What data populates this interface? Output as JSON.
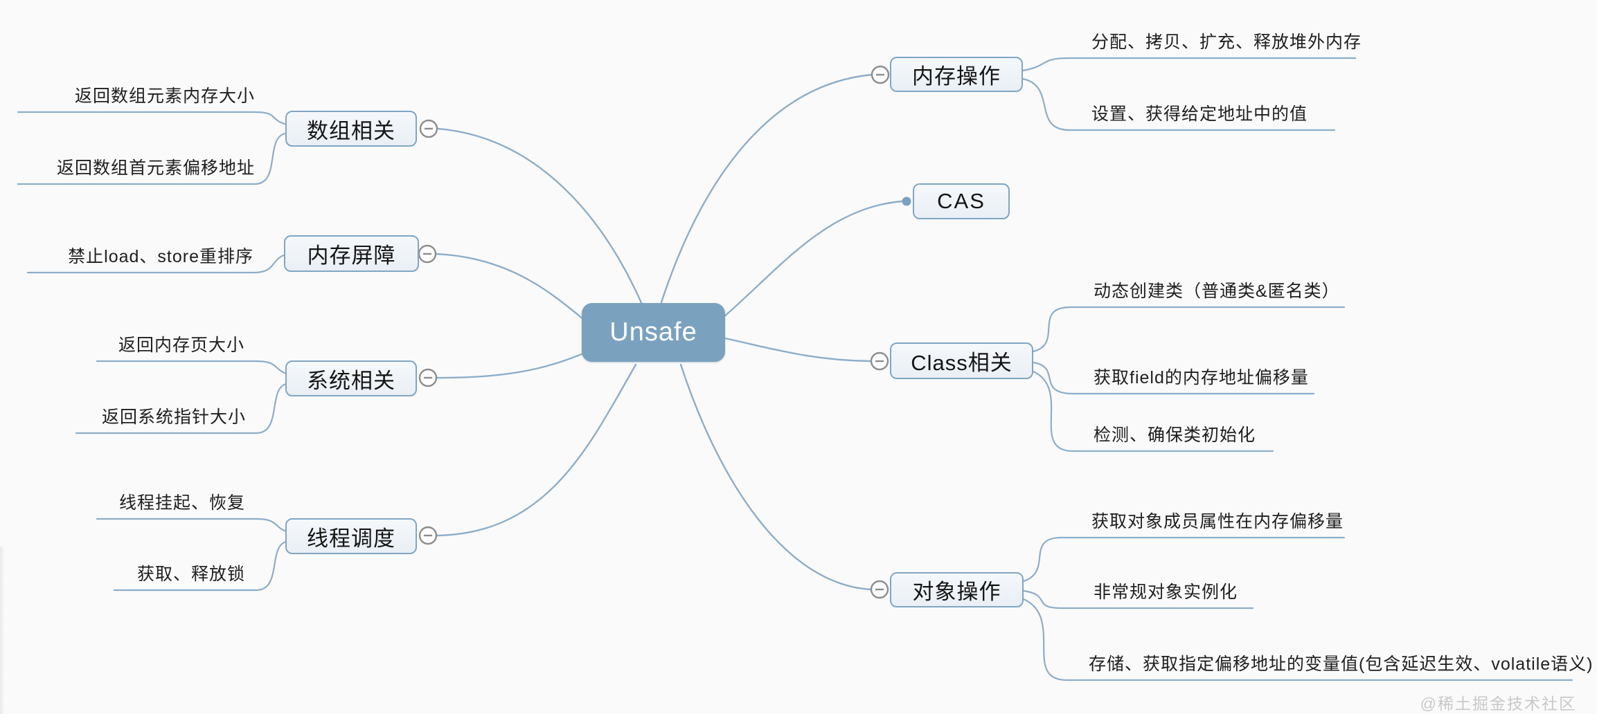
{
  "canvas": {
    "background": "#fafafa",
    "accent_color": "#7aa2bf",
    "line_color": "#8cadc9",
    "node_border_color": "#7fa6c4",
    "node_fill_color": "#eef3f8",
    "toggle_color": "#8d8d8d"
  },
  "root": {
    "label": "Unsafe"
  },
  "branches": [
    {
      "label": "内存操作",
      "side": "right",
      "children": [
        "分配、拷贝、扩充、释放堆外内存",
        "设置、获得给定地址中的值"
      ]
    },
    {
      "label": "CAS",
      "side": "right",
      "children": []
    },
    {
      "label": "Class相关",
      "side": "right",
      "children": [
        "动态创建类（普通类&匿名类）",
        "获取field的内存地址偏移量",
        "检测、确保类初始化"
      ]
    },
    {
      "label": "对象操作",
      "side": "right",
      "children": [
        "获取对象成员属性在内存偏移量",
        "非常规对象实例化",
        "存储、获取指定偏移地址的变量值(包含延迟生效、volatile语义)"
      ]
    },
    {
      "label": "数组相关",
      "side": "left",
      "children": [
        "返回数组元素内存大小",
        "返回数组首元素偏移地址"
      ]
    },
    {
      "label": "内存屏障",
      "side": "left",
      "children": [
        "禁止load、store重排序"
      ]
    },
    {
      "label": "系统相关",
      "side": "left",
      "children": [
        "返回内存页大小",
        "返回系统指针大小"
      ]
    },
    {
      "label": "线程调度",
      "side": "left",
      "children": [
        "线程挂起、恢复",
        "获取、释放锁"
      ]
    }
  ],
  "watermark": "@稀土掘金技术社区"
}
